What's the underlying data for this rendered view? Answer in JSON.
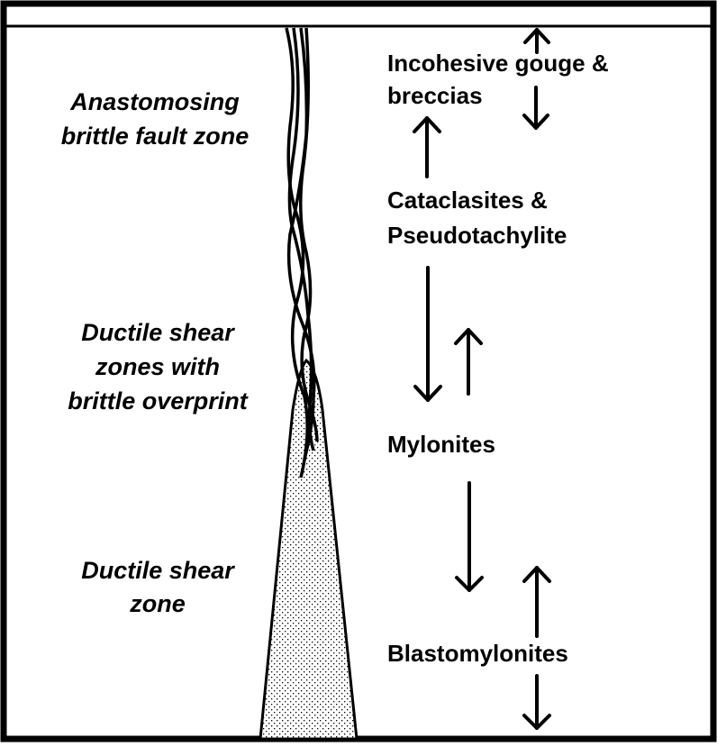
{
  "zones": [
    {
      "lines": [
        "Anastomosing",
        "brittle fault zone"
      ]
    },
    {
      "lines": [
        "Ductile shear",
        "zones with",
        "brittle overprint"
      ]
    },
    {
      "lines": [
        "Ductile shear",
        "zone"
      ]
    }
  ],
  "rocks": [
    {
      "lines": [
        "Incohesive gouge &",
        "breccias"
      ]
    },
    {
      "lines": [
        "Cataclasites &",
        "Pseudotachylite"
      ]
    },
    {
      "lines": [
        "Mylonites"
      ]
    },
    {
      "lines": [
        "Blastomylonites"
      ]
    }
  ],
  "colors": {
    "ink": "#000000",
    "background": "#ffffff"
  }
}
